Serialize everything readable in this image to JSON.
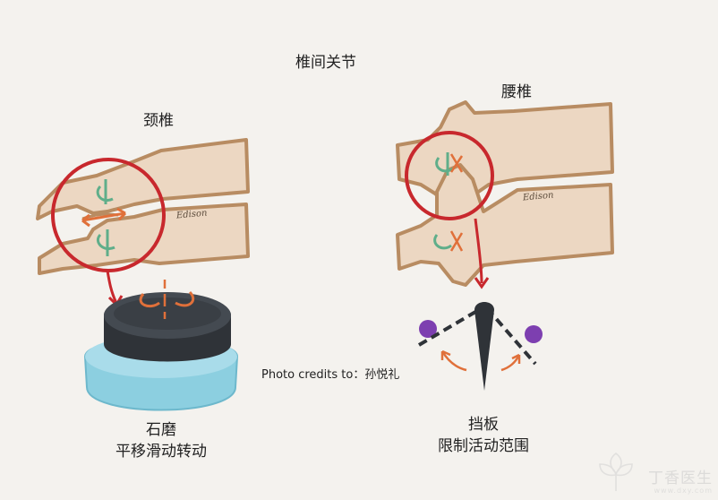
{
  "title": "椎间关节",
  "cervical": {
    "label": "颈椎",
    "model_label": "石磨",
    "model_caption": "平移滑动转动"
  },
  "lumbar": {
    "label": "腰椎",
    "model_label": "挡板",
    "model_caption": "限制活动范围"
  },
  "credits": "Photo credits to：孙悦礼",
  "signature": "Edison",
  "watermark": {
    "brand": "丁香医生",
    "site": "www.dxy.com"
  },
  "colors": {
    "bone_fill": "#ecd7c2",
    "bone_outline": "#b88c62",
    "circle": "#c8282d",
    "arrow": "#c8282d",
    "green_motion": "#5fae8a",
    "orange_motion": "#e0703a",
    "stone": "#2f3338",
    "base": "#8ccfe0",
    "purple": "#7d3fb0"
  }
}
